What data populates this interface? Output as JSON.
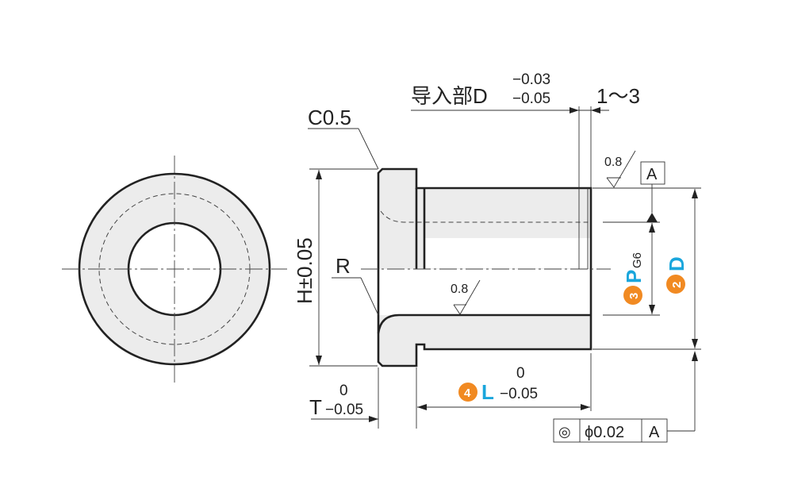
{
  "labels": {
    "chamfer": "C0.5",
    "radius": "R",
    "lead_in": "导入部D",
    "lead_in_tol_upper": "−0.03",
    "lead_in_tol_lower": "−0.05",
    "lead_in_length": "1〜3",
    "height_dim": "H±0.05",
    "thickness_letter": "T",
    "thickness_tol_upper": "0",
    "thickness_tol_lower": "−0.05",
    "length_letter": "L",
    "length_tol_upper": "0",
    "length_tol_lower": "−0.05",
    "bore_letter": "P",
    "bore_fit": "G6",
    "outer_letter": "D",
    "roughness_outer": "0.8",
    "roughness_bore": "0.8",
    "datum_letter": "A",
    "fcf_symbol": "◎",
    "fcf_tolerance": "ϕ0.02",
    "fcf_datum": "A"
  },
  "callouts": [
    {
      "number": "2",
      "target": "D"
    },
    {
      "number": "3",
      "target": "P"
    },
    {
      "number": "4",
      "target": "L"
    }
  ],
  "colors": {
    "line": "#222222",
    "part_fill": "#ececec",
    "badge": "#f18a22",
    "callout_text": "#1aa6dc"
  }
}
